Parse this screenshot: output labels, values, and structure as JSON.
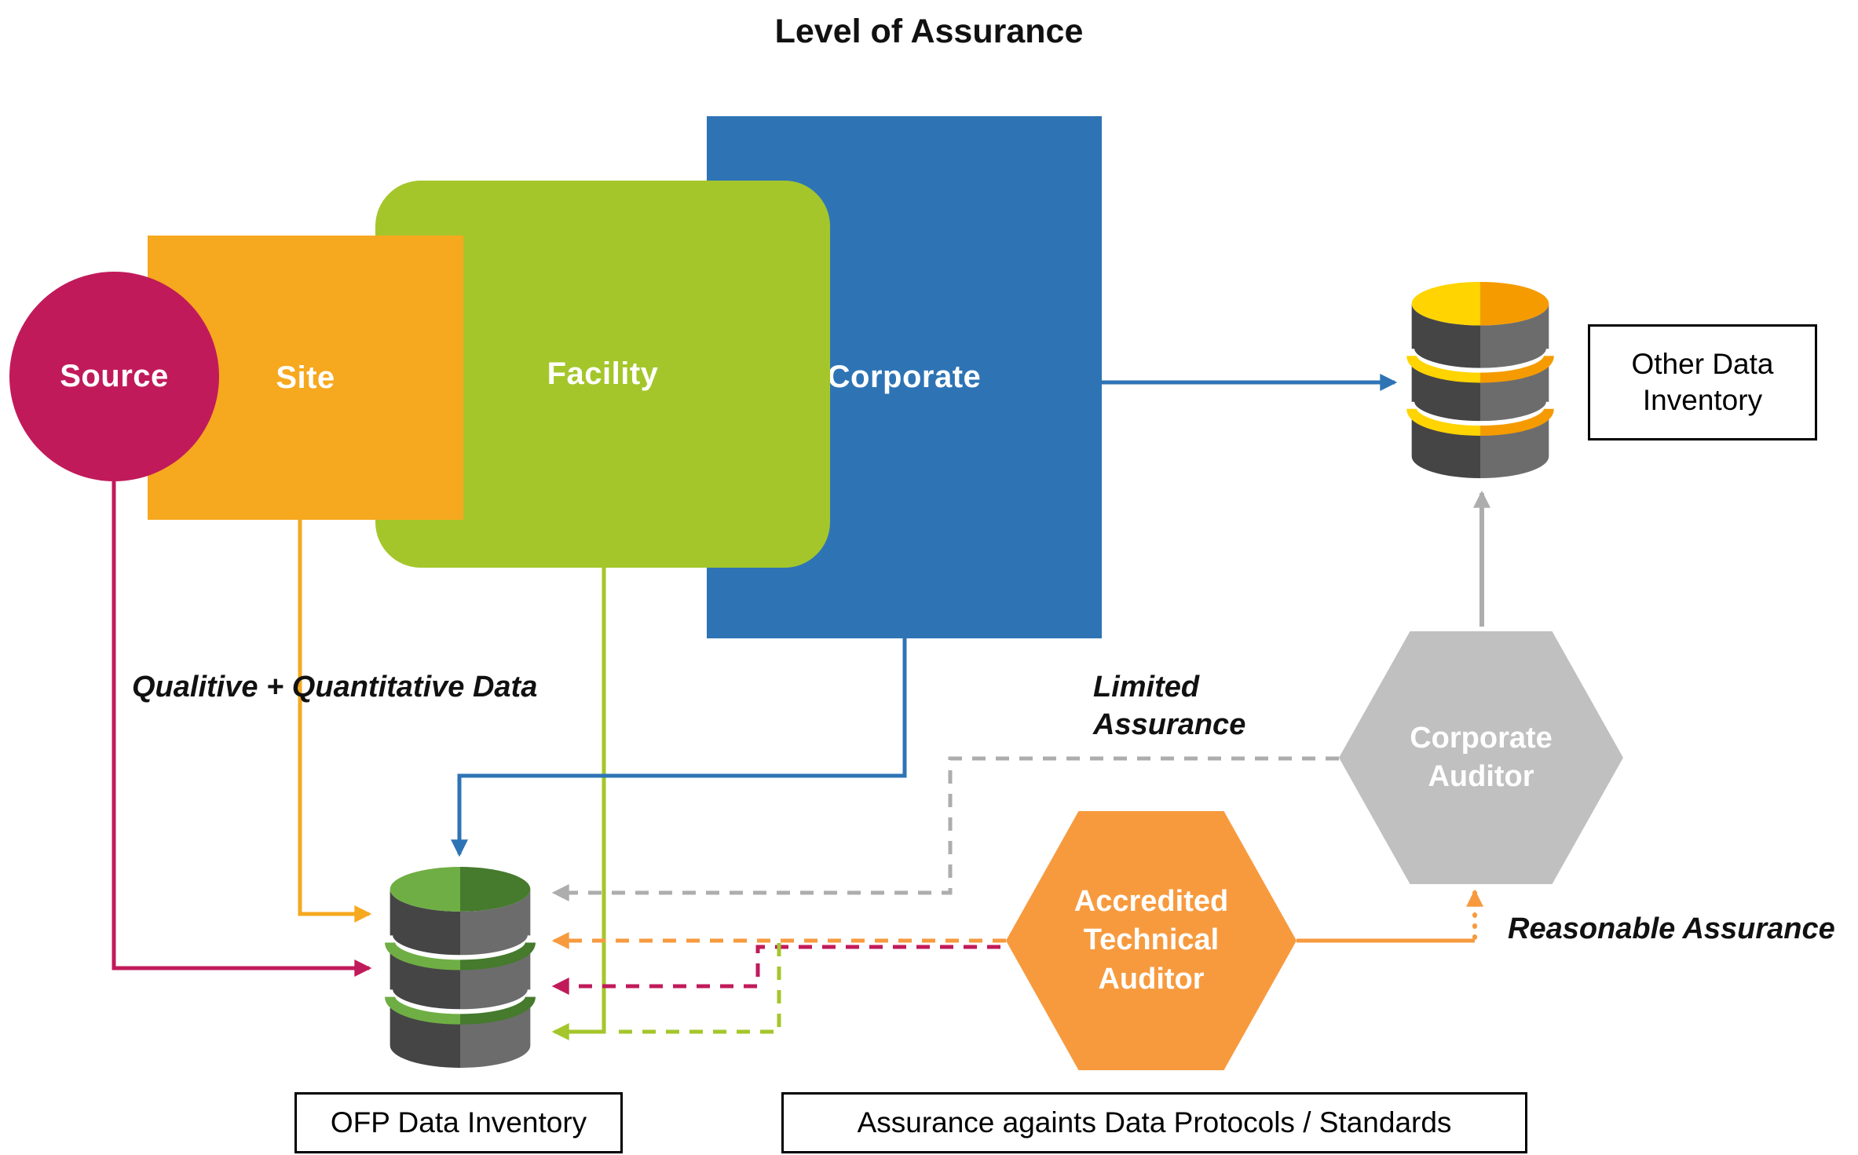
{
  "title": "Level of Assurance",
  "colors": {
    "source_pink": "#C11A5B",
    "site_orange": "#F6A81F",
    "facility_green": "#A4C62B",
    "corporate_blue": "#2E74B5",
    "auditor_orange": "#F79A3E",
    "auditor_gray": "#C0C0C0",
    "edge_gray": "#ADADAD",
    "db_body_dark": "#454545",
    "db_body_light": "#6C6C6C",
    "ofp_green_light": "#6FAE44",
    "ofp_green_dark": "#467A2D",
    "other_yellow": "#FFD400",
    "other_orange": "#F59B00",
    "text": "#111111"
  },
  "nodes": {
    "source": {
      "label": "Source"
    },
    "site": {
      "label": "Site"
    },
    "facility": {
      "label": "Facility"
    },
    "corporate": {
      "label": "Corporate"
    },
    "accredited_technical_auditor": {
      "label": "Accredited Technical Auditor"
    },
    "corporate_auditor": {
      "label": "Corporate Auditor"
    }
  },
  "captions": {
    "other_data_inventory": "Other Data Inventory",
    "ofp_data_inventory": "OFP Data Inventory",
    "assurance_standards": "Assurance againts Data Protocols / Standards"
  },
  "annotations": {
    "qualitative_quantitative": "Qualitive + Quantitative Data",
    "limited_assurance": "Limited Assurance",
    "reasonable_assurance": "Reasonable Assurance"
  }
}
